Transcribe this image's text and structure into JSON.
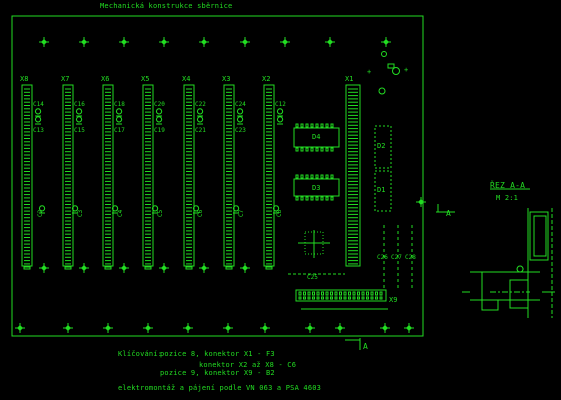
{
  "title": "Mechanická konstrukce sběrnice",
  "colors": {
    "line": "#22dd22",
    "background": "#000000"
  },
  "connectors": [
    {
      "label": "X8",
      "caps": [
        "C14",
        "C13"
      ]
    },
    {
      "label": "X7",
      "caps": [
        "C16",
        "C15"
      ]
    },
    {
      "label": "X6",
      "caps": [
        "C18",
        "C17"
      ]
    },
    {
      "label": "X5",
      "caps": [
        "C20",
        "C19"
      ]
    },
    {
      "label": "X4",
      "caps": [
        "C22",
        "C21"
      ]
    },
    {
      "label": "X3",
      "caps": [
        "C24",
        "C23"
      ]
    },
    {
      "label": "X2",
      "caps": [
        "C12",
        ""
      ]
    }
  ],
  "side_caps": [
    "C2",
    "C3",
    "C4",
    "C5",
    "C6",
    "C7",
    "C8"
  ],
  "main_connector": "X1",
  "chips": {
    "d1": "D1",
    "d2": "D2",
    "d3": "D3",
    "d4": "D4"
  },
  "bottom_caps": [
    "C25",
    "C26",
    "C27",
    "C28"
  ],
  "edge_connector": "X9",
  "section": {
    "title": "ŘEZ A-A",
    "scale": "M 2:1",
    "marker": "A"
  },
  "legend": {
    "label": "Klíčování:",
    "lines": [
      "pozice 8, konektor X1 - F3",
      "konektor X2 až X8 - C6",
      "pozice 9, konektor X9 - B2"
    ],
    "assembly": "elektromontáž a pájení podle VN 063 a PSA 4603"
  }
}
